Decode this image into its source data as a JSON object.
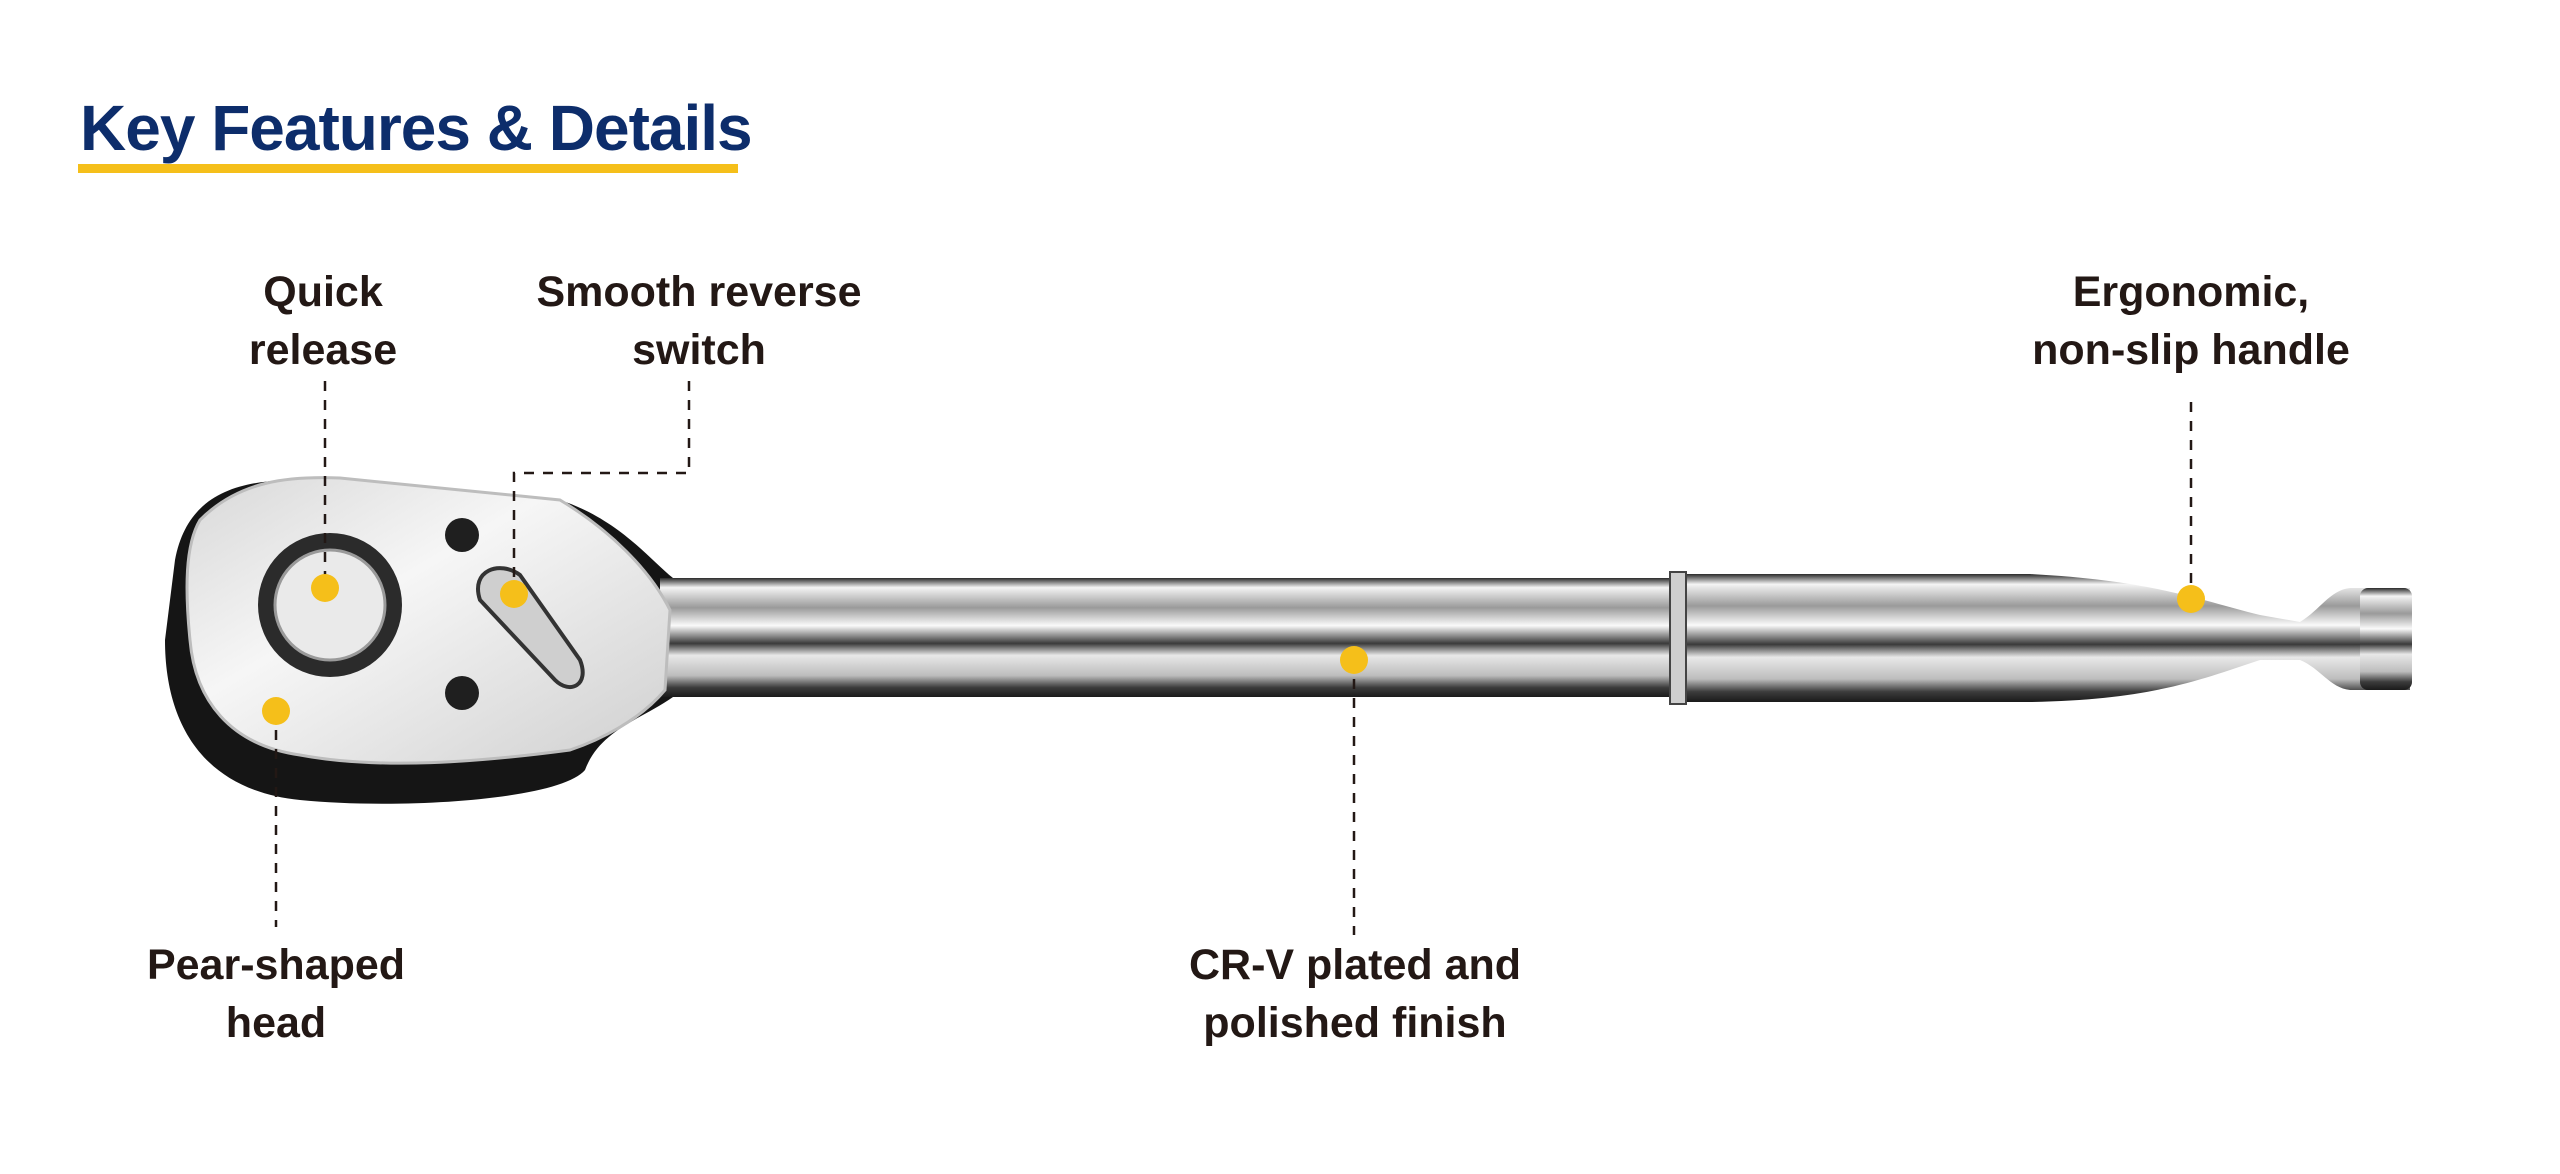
{
  "header": {
    "title": "Key Features & Details"
  },
  "colors": {
    "title": "#0d2d6b",
    "accent": "#f5bf1a",
    "text": "#231815"
  },
  "features": [
    {
      "line1": "Quick",
      "line2": "release"
    },
    {
      "line1": "Smooth reverse",
      "line2": "switch"
    },
    {
      "line1": "Ergonomic,",
      "line2": "non-slip handle"
    },
    {
      "line1": "Pear-shaped",
      "line2": "head"
    },
    {
      "line1": "CR-V plated and",
      "line2": "polished finish"
    }
  ]
}
